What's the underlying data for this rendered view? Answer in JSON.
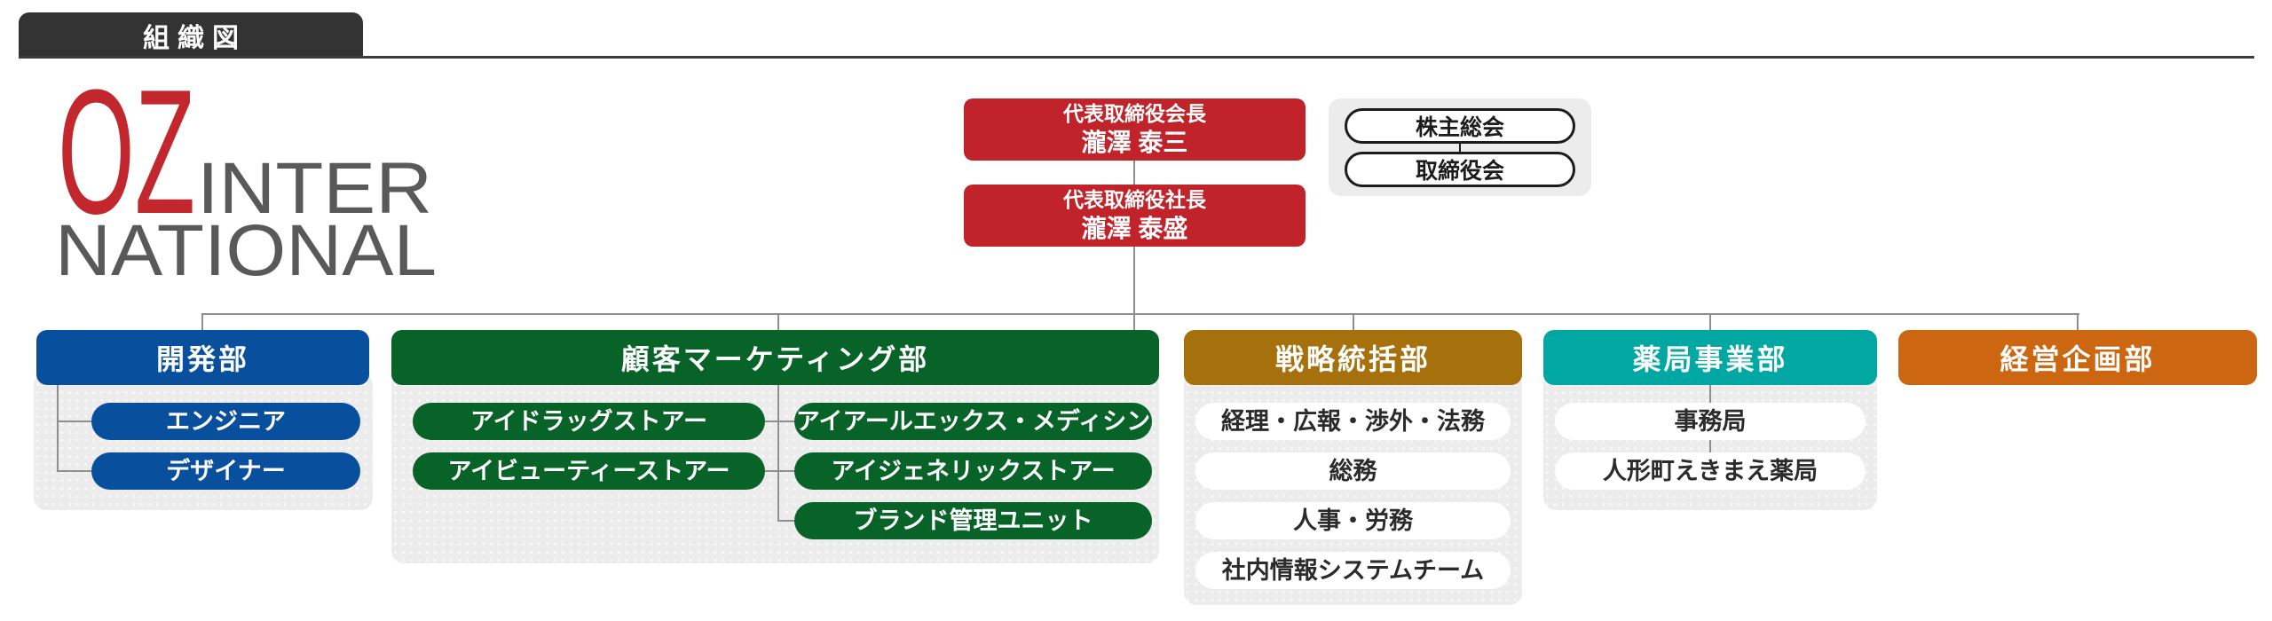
{
  "page": {
    "tab_label": "組織図"
  },
  "logo": {
    "oz": "OZ",
    "inter": "INTER",
    "national": "NATIONAL"
  },
  "executives": [
    {
      "title": "代表取締役会長",
      "name": "瀧澤 泰三"
    },
    {
      "title": "代表取締役社長",
      "name": "瀧澤 泰盛"
    }
  ],
  "governance": {
    "items": [
      "株主総会",
      "取締役会"
    ]
  },
  "departments": [
    {
      "name": "開発部",
      "color": "#084f9e",
      "children": [
        "エンジニア",
        "デザイナー"
      ]
    },
    {
      "name": "顧客マーケティング部",
      "color": "#086329",
      "children_left": [
        "アイドラッグストアー",
        "アイビューティーストアー"
      ],
      "children_right": [
        "アイアールエックス・メディシン",
        "アイジェネリックストアー",
        "ブランド管理ユニット"
      ]
    },
    {
      "name": "戦略統括部",
      "color": "#a6710d",
      "children": [
        "経理・広報・渉外・法務",
        "総務",
        "人事・労務",
        "社内情報システムチーム"
      ]
    },
    {
      "name": "薬局事業部",
      "color": "#00a7a3",
      "children": [
        "事務局",
        "人形町えきまえ薬局"
      ]
    },
    {
      "name": "経営企画部",
      "color": "#cc6610",
      "children": []
    }
  ],
  "colors": {
    "executive_red": "#c1232a",
    "tab_dark": "#333333",
    "panel_gray": "#ececec",
    "logo_red": "#c1272d",
    "logo_gray": "#595959",
    "connector_gray": "#8f8f8f"
  }
}
